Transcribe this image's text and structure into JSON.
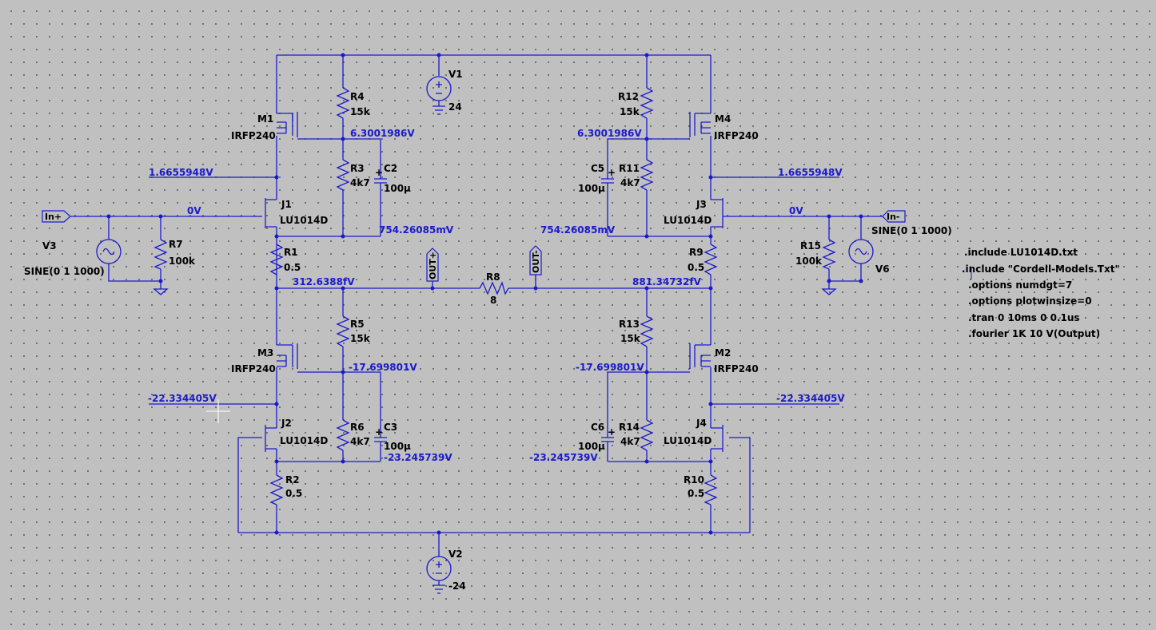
{
  "directives": [
    ".include LU1014D.txt",
    ".include \"Cordell-Models.Txt\"",
    ".options numdgt=7",
    ".options plotwinsize=0",
    ".tran 0 10ms 0 0.1us",
    ".fourier 1K 10 V(Output)"
  ],
  "ports": {
    "in_plus": "In+",
    "in_minus": "In-",
    "out_plus": "OUT+",
    "out_minus": "OUT-"
  },
  "sources": {
    "v1": {
      "name": "V1",
      "value": "24"
    },
    "v2": {
      "name": "V2",
      "value": "-24"
    },
    "v3": {
      "name": "V3",
      "value": "SINE(0 1 1000)"
    },
    "v6": {
      "name": "V6",
      "value": "SINE(0 1 1000)"
    }
  },
  "mosfets": {
    "m1": {
      "name": "M1",
      "model": "IRFP240"
    },
    "m2": {
      "name": "M2",
      "model": "IRFP240"
    },
    "m3": {
      "name": "M3",
      "model": "IRFP240"
    },
    "m4": {
      "name": "M4",
      "model": "IRFP240"
    }
  },
  "jfets": {
    "j1": {
      "name": "J1",
      "model": "LU1014D"
    },
    "j2": {
      "name": "J2",
      "model": "LU1014D"
    },
    "j3": {
      "name": "J3",
      "model": "LU1014D"
    },
    "j4": {
      "name": "J4",
      "model": "LU1014D"
    }
  },
  "resistors": {
    "r1": {
      "name": "R1",
      "value": "0.5"
    },
    "r2": {
      "name": "R2",
      "value": "0.5"
    },
    "r3": {
      "name": "R3",
      "value": "4k7"
    },
    "r4": {
      "name": "R4",
      "value": "15k"
    },
    "r5": {
      "name": "R5",
      "value": "15k"
    },
    "r6": {
      "name": "R6",
      "value": "4k7"
    },
    "r7": {
      "name": "R7",
      "value": "100k"
    },
    "r8": {
      "name": "R8",
      "value": "8"
    },
    "r9": {
      "name": "R9",
      "value": "0.5"
    },
    "r10": {
      "name": "R10",
      "value": "0.5"
    },
    "r11": {
      "name": "R11",
      "value": "4k7"
    },
    "r12": {
      "name": "R12",
      "value": "15k"
    },
    "r13": {
      "name": "R13",
      "value": "15k"
    },
    "r14": {
      "name": "R14",
      "value": "4k7"
    },
    "r15": {
      "name": "R15",
      "value": "100k"
    }
  },
  "capacitors": {
    "c2": {
      "name": "C2",
      "value": "100µ"
    },
    "c3": {
      "name": "C3",
      "value": "100µ"
    },
    "c5": {
      "name": "C5",
      "value": "100µ"
    },
    "c6": {
      "name": "C6",
      "value": "100µ"
    }
  },
  "node_voltages": {
    "gate_m1": "6.3001986V",
    "gate_m4": "6.3001986V",
    "src_m1_left": "1.6655948V",
    "src_m4_right": "1.6655948V",
    "in_left": "0V",
    "in_right": "0V",
    "src_j1": "754.26085mV",
    "src_j3": "754.26085mV",
    "out_left": "312.6388fV",
    "out_right": "881.34732fV",
    "gate_m3": "-17.699801V",
    "gate_m2": "-17.699801V",
    "src_m3_left": "-22.334405V",
    "src_m2_right": "-22.334405V",
    "src_j2": "-23.245739V",
    "src_j4": "-23.245739V"
  },
  "colors": {
    "wire": "#1a1acc",
    "background": "#c0c0c0",
    "grid_dot": "#5a5a5a",
    "text": "#000000"
  }
}
